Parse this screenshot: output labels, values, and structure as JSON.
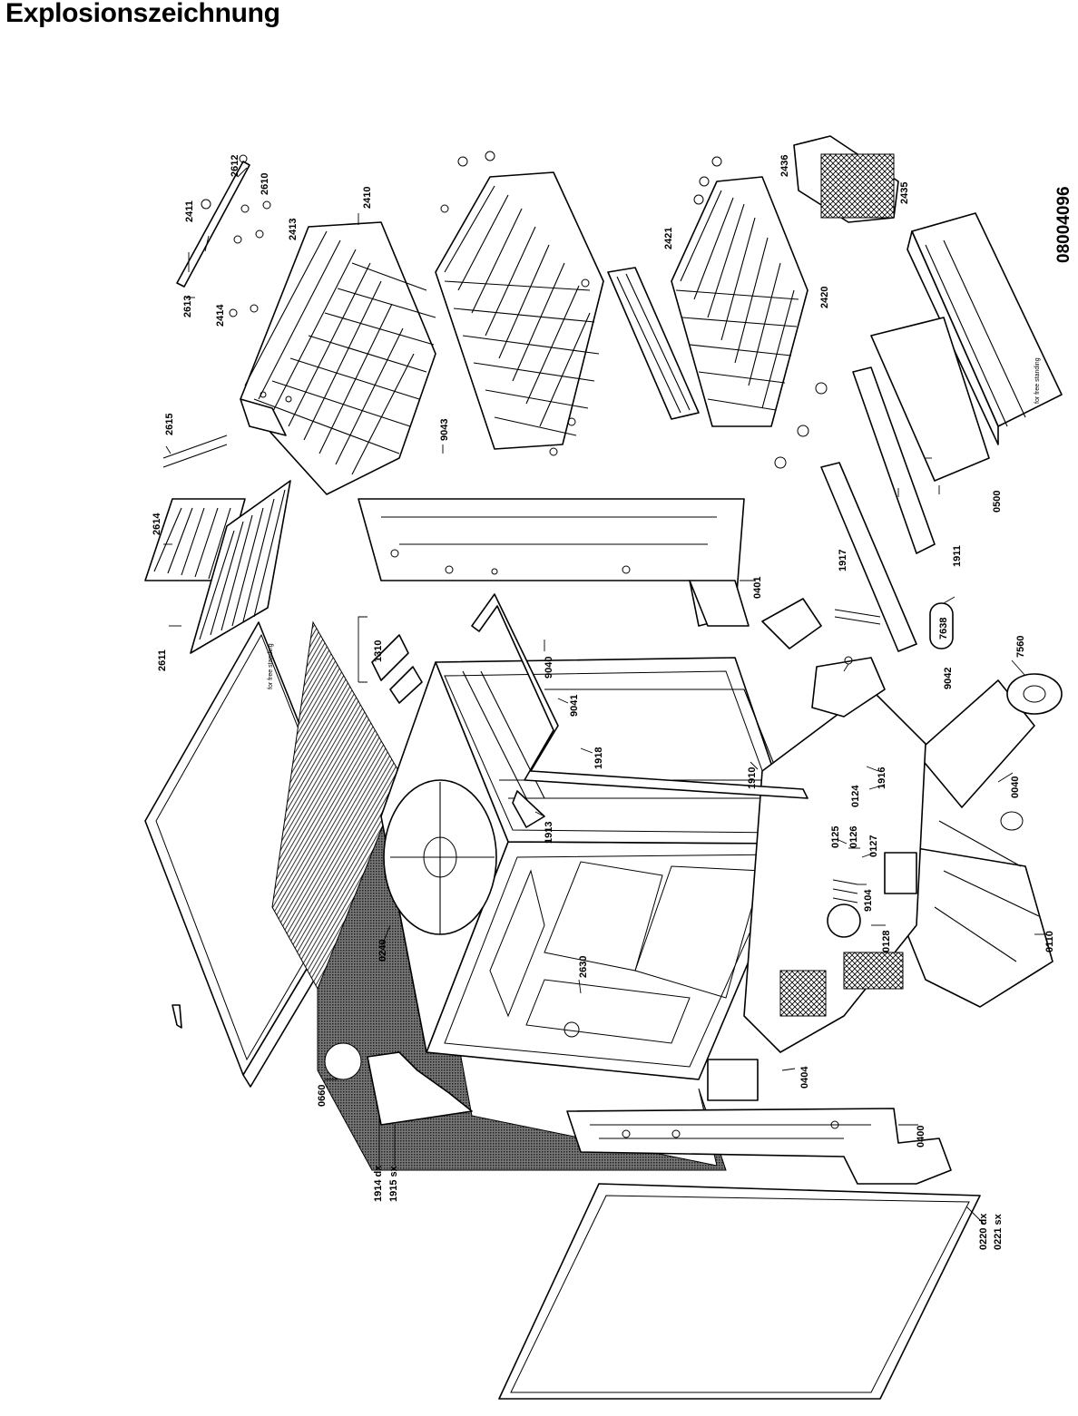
{
  "title": "Explosionszeichnung",
  "document_number": "08004096",
  "callouts": {
    "c2612": "2612",
    "c2610": "2610",
    "c2411": "2411",
    "c2413": "2413",
    "c2410": "2410",
    "c2613": "2613",
    "c2414": "2414",
    "c2615": "2615",
    "c2614": "2614",
    "c2611": "2611",
    "c9043": "9043",
    "c2436": "2436",
    "c2435": "2435",
    "c2421": "2421",
    "c2420": "2420",
    "c0500": "0500",
    "c1911": "1911",
    "c1917": "1917",
    "c7638": "7638",
    "c9042": "9042",
    "c7560": "7560",
    "c0401": "0401",
    "c1310": "1310",
    "c9040": "9040",
    "c9041": "9041",
    "c1918": "1918",
    "c1910": "1910",
    "c1916": "1916",
    "c0124": "0124",
    "c0040": "0040",
    "c1913": "1913",
    "c0125": "0125",
    "c0126": "0126",
    "c0127": "0127",
    "c9104": "9104",
    "c0128": "0128",
    "c0110": "0110",
    "c0240": "0240",
    "c2630": "2630",
    "c0404": "0404",
    "c0660": "0660",
    "c0400": "0400",
    "c1914": "1914 dx",
    "c1915": "1915 sx",
    "c0220": "0220 dx",
    "c0221": "0221 sx"
  },
  "notes": {
    "free_standing_1": "for free standing",
    "free_standing_2": "for free standing"
  }
}
